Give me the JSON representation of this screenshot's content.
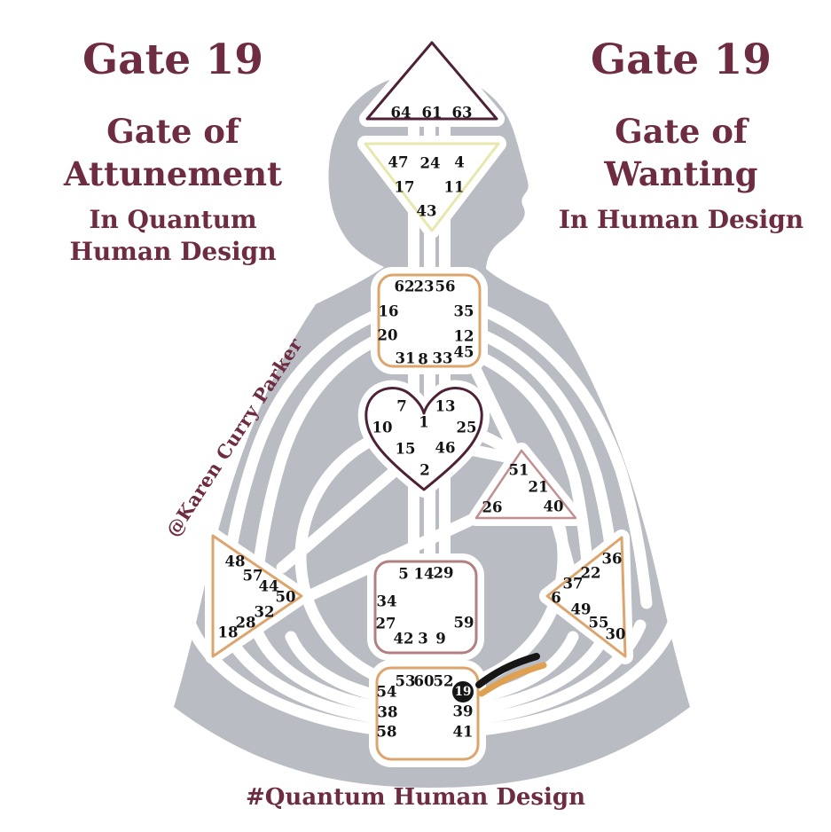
{
  "left_panel": {
    "title": "Gate 19",
    "subtitle": "Gate of Attunement",
    "context": "In Quantum Human Design"
  },
  "right_panel": {
    "title": "Gate 19",
    "subtitle": "Gate of Wanting",
    "context": "In Human Design"
  },
  "watermark": {
    "text": "@Karen Curry Parker"
  },
  "footer": {
    "text": "#Quantum Human Design"
  },
  "colors": {
    "accent_maroon": "#6e2c41",
    "body_gray": "#b9bcc3",
    "head_outline": "#4d2236",
    "ajna_outline": "#e7e7ae",
    "tan_outline": "#dda56e",
    "sacral_outline": "#b28080",
    "will_outline": "#c09090",
    "highlight_black": "#161616",
    "highlight_orange": "#dfa04f"
  },
  "bodygraph": {
    "highlighted_gate": "19",
    "centers": {
      "head": {
        "gates": [
          "64",
          "61",
          "63"
        ]
      },
      "ajna": {
        "gates": [
          "47",
          "24",
          "4",
          "17",
          "11",
          "43"
        ]
      },
      "throat": {
        "gates": [
          "62",
          "23",
          "56",
          "16",
          "35",
          "20",
          "12",
          "31",
          "8",
          "33",
          "45"
        ]
      },
      "g_center": {
        "gates": [
          "7",
          "13",
          "1",
          "10",
          "25",
          "15",
          "46",
          "2"
        ]
      },
      "will": {
        "gates": [
          "51",
          "21",
          "26",
          "40"
        ]
      },
      "spleen": {
        "gates": [
          "48",
          "57",
          "44",
          "50",
          "32",
          "28",
          "18"
        ]
      },
      "solar_plexus": {
        "gates": [
          "36",
          "22",
          "37",
          "6",
          "49",
          "55",
          "30"
        ]
      },
      "sacral": {
        "gates": [
          "5",
          "14",
          "29",
          "34",
          "27",
          "59",
          "42",
          "3",
          "9"
        ]
      },
      "root": {
        "gates": [
          "53",
          "60",
          "52",
          "54",
          "38",
          "58",
          "39",
          "41"
        ],
        "highlighted_gate": "19"
      }
    }
  }
}
